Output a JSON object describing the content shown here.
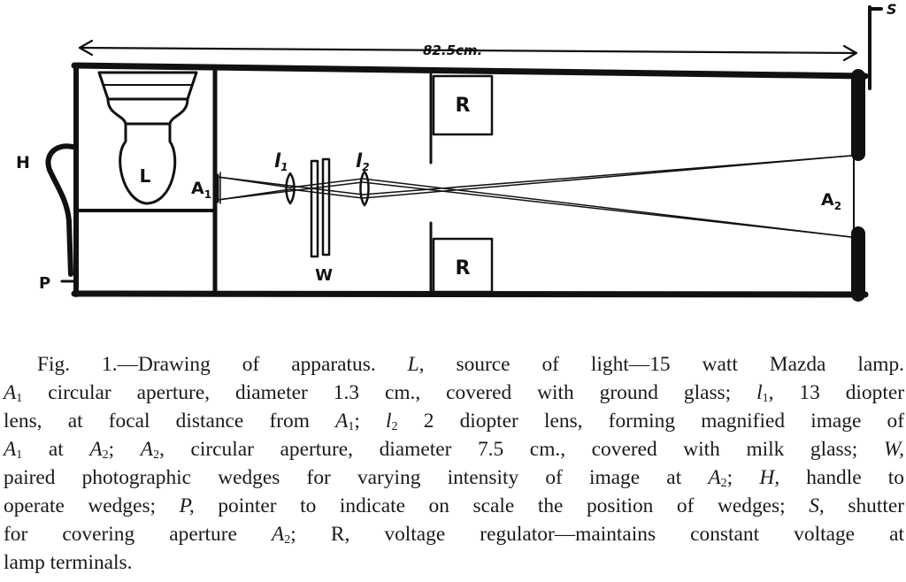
{
  "figure": {
    "dimension_label": "82.5cm.",
    "labels": {
      "lamp": "L",
      "aperture1": "A",
      "aperture1_sub": "1",
      "lens1": "l",
      "lens1_sub": "1",
      "lens2": "l",
      "lens2_sub": "2",
      "aperture2": "A",
      "aperture2_sub": "2",
      "regulator_top": "R",
      "regulator_bottom": "R",
      "wedges": "W",
      "handle": "H",
      "pointer": "P",
      "shutter": "S"
    }
  },
  "caption": {
    "lines": [
      [
        {
          "t": "Fig. 1.—Drawing of apparatus.  "
        },
        {
          "t": "L,",
          "i": true
        },
        {
          "t": " source of light—15 watt Mazda lamp."
        }
      ],
      [
        {
          "t": "A",
          "i": true
        },
        {
          "t": "1",
          "sub": true
        },
        {
          "t": " circular aperture, diameter 1.3 cm., covered with ground glass; "
        },
        {
          "t": "l",
          "i": true
        },
        {
          "t": "1",
          "sub": true
        },
        {
          "t": ", 13 diopter"
        }
      ],
      [
        {
          "t": "lens, at focal distance from "
        },
        {
          "t": "A",
          "i": true
        },
        {
          "t": "1",
          "sub": true
        },
        {
          "t": ";  "
        },
        {
          "t": "l",
          "i": true
        },
        {
          "t": "2",
          "sub": true
        },
        {
          "t": " 2 diopter lens, forming magnified image of"
        }
      ],
      [
        {
          "t": "A",
          "i": true
        },
        {
          "t": "1",
          "sub": true
        },
        {
          "t": " at "
        },
        {
          "t": "A",
          "i": true
        },
        {
          "t": "2",
          "sub": true
        },
        {
          "t": ";  "
        },
        {
          "t": "A",
          "i": true
        },
        {
          "t": "2",
          "sub": true
        },
        {
          "t": ", circular aperture, diameter 7.5 cm., covered with milk glass; "
        },
        {
          "t": "W,",
          "i": true
        }
      ],
      [
        {
          "t": "paired photographic wedges for varying intensity of image at "
        },
        {
          "t": "A",
          "i": true
        },
        {
          "t": "2",
          "sub": true
        },
        {
          "t": "; "
        },
        {
          "t": "H,",
          "i": true
        },
        {
          "t": " handle to"
        }
      ],
      [
        {
          "t": "operate wedges; "
        },
        {
          "t": "P,",
          "i": true
        },
        {
          "t": " pointer to indicate on scale the position of wedges; "
        },
        {
          "t": "S,",
          "i": true
        },
        {
          "t": " shutter"
        }
      ],
      [
        {
          "t": "for covering aperture "
        },
        {
          "t": "A",
          "i": true
        },
        {
          "t": "2",
          "sub": true
        },
        {
          "t": ";  R, voltage regulator—maintains constant voltage at"
        }
      ],
      [
        {
          "t": "lamp terminals."
        }
      ]
    ]
  }
}
